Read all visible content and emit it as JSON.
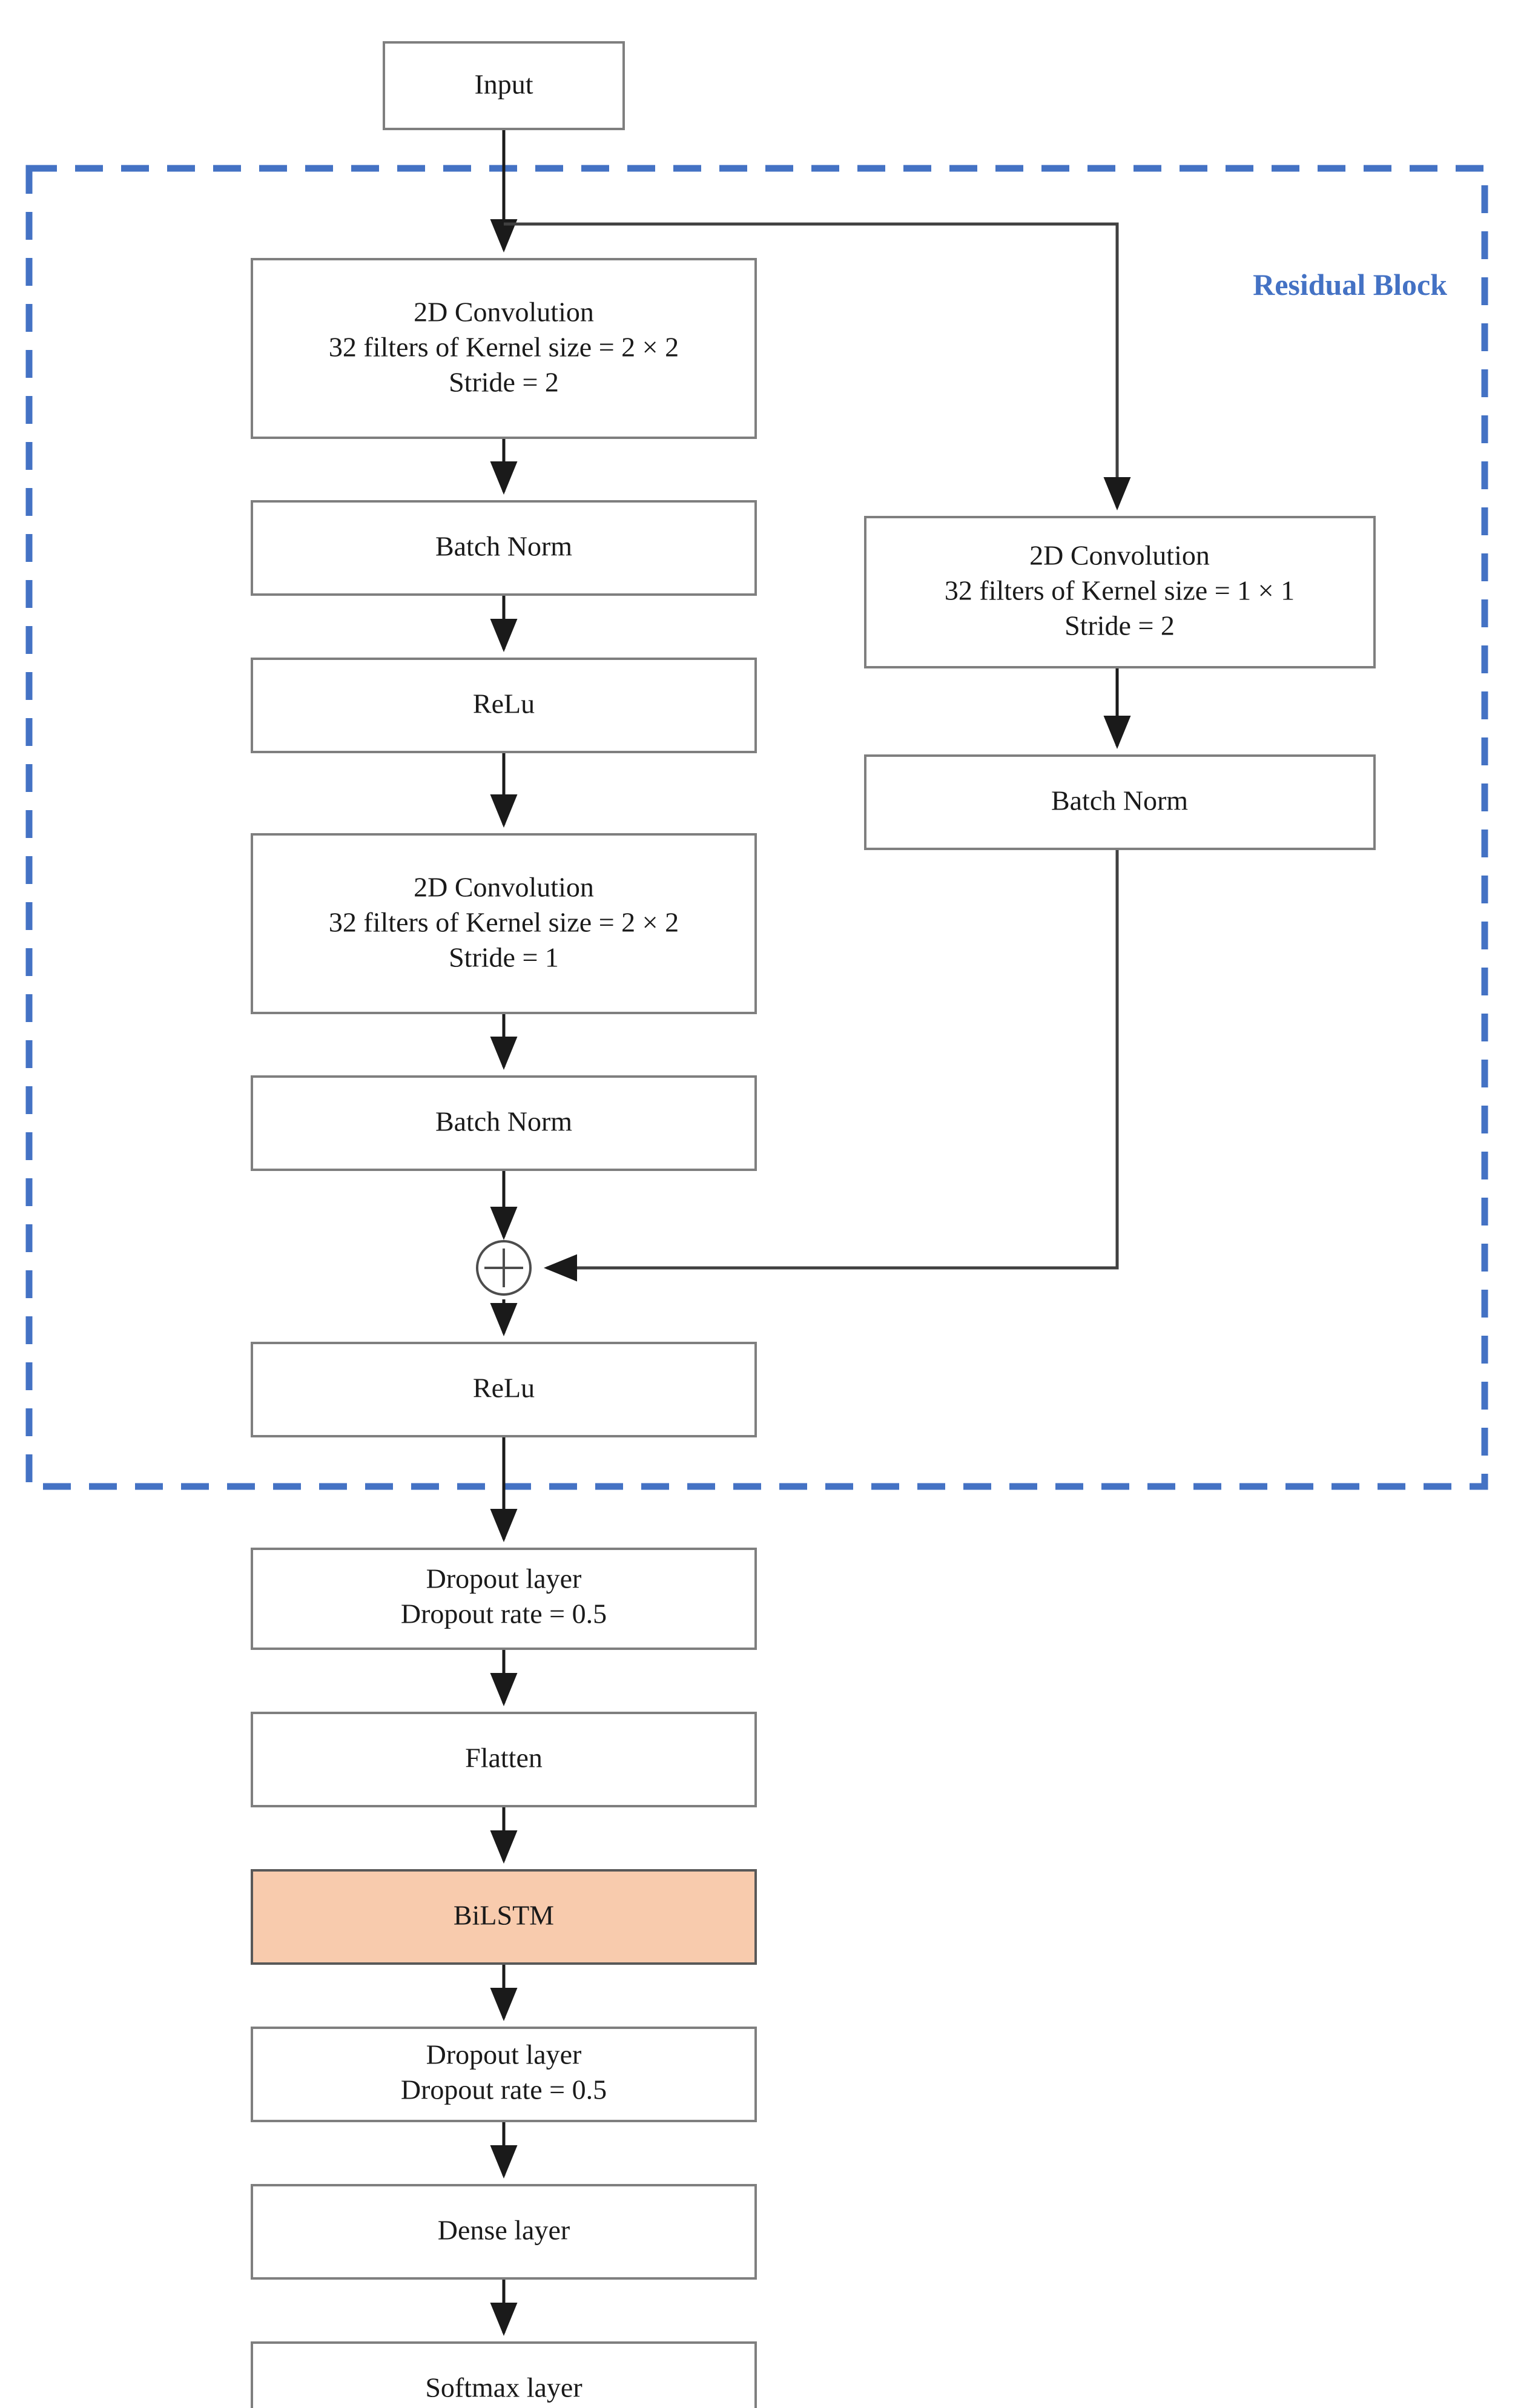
{
  "diagram": {
    "title_label": "Residual Block",
    "accent_color": "#4472C4",
    "highlight_color": "#F8CBAD",
    "box_stroke_color": "#7F7F7F",
    "arrow_color": "#1A1A1A",
    "nodes": {
      "input": {
        "line1": "Input"
      },
      "conv1": {
        "line1": "2D Convolution",
        "line2": "32 filters of Kernel size = 2 × 2",
        "line3": "Stride = 2"
      },
      "bn1": {
        "line1": "Batch Norm"
      },
      "relu1": {
        "line1": "ReLu"
      },
      "conv2": {
        "line1": "2D Convolution",
        "line2": "32 filters of Kernel size = 2 × 2",
        "line3": "Stride = 1"
      },
      "bn2": {
        "line1": "Batch Norm"
      },
      "add": {
        "symbol": "+"
      },
      "relu2": {
        "line1": "ReLu"
      },
      "conv_skip": {
        "line1": "2D Convolution",
        "line2": "32 filters of Kernel size = 1 × 1",
        "line3": "Stride = 2"
      },
      "bn_skip": {
        "line1": "Batch Norm"
      },
      "dropout1": {
        "line1": "Dropout layer",
        "line2": "Dropout rate = 0.5"
      },
      "flatten": {
        "line1": "Flatten"
      },
      "bilstm": {
        "line1": "BiLSTM"
      },
      "dropout2": {
        "line1": "Dropout layer",
        "line2": "Dropout rate = 0.5"
      },
      "dense": {
        "line1": "Dense layer"
      },
      "softmax": {
        "line1": "Softmax layer"
      }
    }
  }
}
